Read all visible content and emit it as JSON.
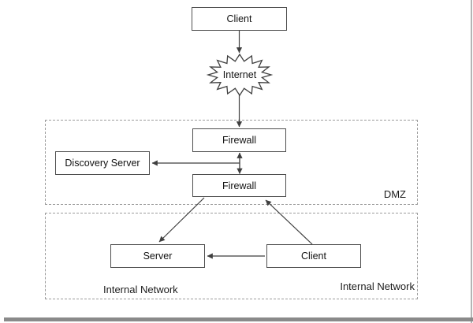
{
  "diagram": {
    "nodes": {
      "client_external": "Client",
      "internet": "Internet",
      "firewall_outer": "Firewall",
      "discovery_server": "Discovery Server",
      "firewall_inner": "Firewall",
      "server": "Server",
      "client_internal": "Client"
    },
    "zones": {
      "dmz": "DMZ",
      "internal_left": "Internal Network",
      "internal_right": "Internal Network"
    },
    "connections": [
      "client_external -> internet",
      "internet -> firewall_outer",
      "firewall_outer <-> firewall_inner",
      "firewall_link -> discovery_server",
      "firewall_inner -> server",
      "client_internal -> firewall_inner",
      "client_internal -> server"
    ],
    "colors": {
      "background": "#ffffff",
      "box_border": "#4f4f4f",
      "zone_border": "#9b9b9b",
      "connector": "#3f3f3f",
      "text": "#111111",
      "frame_side": "#b4b4b4",
      "frame_bottom": "#8a8a8a"
    }
  }
}
